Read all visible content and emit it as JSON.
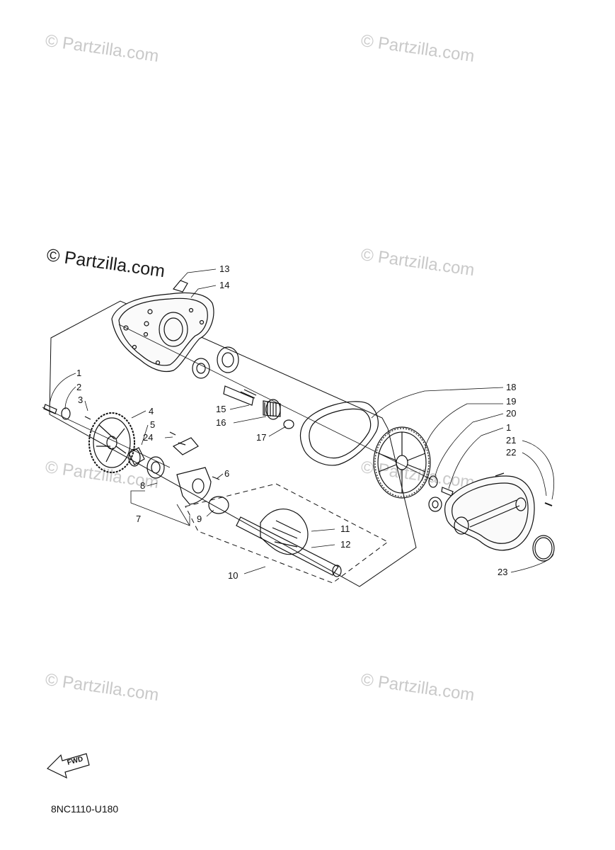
{
  "watermark": "© Partzilla.com",
  "diagram_code": "8NC1110-U180",
  "fwd_label": "FWD",
  "callouts": [
    "1",
    "2",
    "3",
    "4",
    "5",
    "6",
    "7",
    "8",
    "9",
    "10",
    "11",
    "12",
    "13",
    "14",
    "15",
    "16",
    "17",
    "18",
    "19",
    "20",
    "1",
    "21",
    "22",
    "23",
    "24"
  ]
}
